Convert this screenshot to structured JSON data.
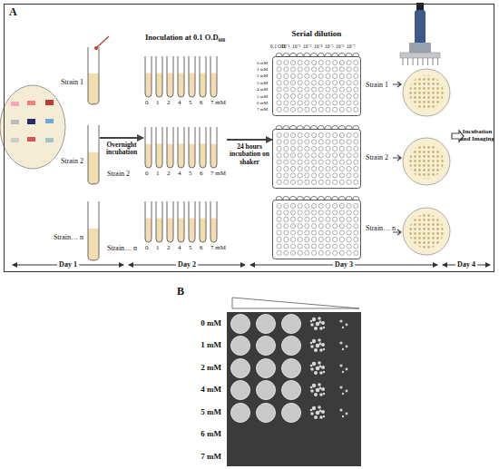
{
  "diagram": {
    "nodes": [
      {
        "text": [
          "A"
        ]
      },
      {
        "text": [
          "Strain 1"
        ],
        "in": 0
      },
      {
        "text": [
          "Strain 2"
        ],
        "in": 0
      },
      {
        "text": [
          "Strain… n"
        ],
        "in": 0
      },
      {
        "text": [
          "0",
          "1",
          "2",
          "4",
          "5",
          "6",
          "7 mM"
        ],
        "in": 0
      },
      {
        "text": [
          "Strain 2",
          "0",
          "1",
          "2",
          "4",
          "5",
          "6",
          "7 mM"
        ],
        "in": 0
      },
      {
        "text": [
          "Strain… n",
          "0",
          "1",
          "2",
          "4",
          "5",
          "6",
          "7 mM"
        ],
        "in": 0
      },
      {
        "text": [
          "0.1 OD",
          "10⁻¹",
          "10⁻²",
          "10⁻³",
          "10⁻⁴",
          "10⁻⁵",
          "10⁻⁶",
          "10⁻⁷",
          "0 mM",
          "1 mM",
          "2 mM",
          "3 mM",
          "4 mM",
          "5 mM",
          "6 mM",
          "7 mM",
          "Strain 1"
        ],
        "in": 0
      },
      {
        "text": [
          "Strain 2"
        ],
        "in": 0
      },
      {
        "text": [
          "Strain… n"
        ],
        "in": 0
      }
    ],
    "edges": [
      {
        "from": 2,
        "to": 5,
        "arrow": "to",
        "label": "Overnight incubation"
      },
      {
        "from": 5,
        "to": 8,
        "arrow": "to",
        "label": "24 hours incubation on shaker"
      }
    ],
    "labels": [
      "Inoculation at 0.1 O.D₆₀₀",
      "Serial dilution",
      "Incubation and Imaging",
      "Day 1",
      "Day 2",
      "Day 3",
      "Day 4",
      "B",
      "0 mM",
      "1 mM",
      "2 mM",
      "4 mM",
      "5 mM",
      "6 mM",
      "7 mM"
    ]
  }
}
